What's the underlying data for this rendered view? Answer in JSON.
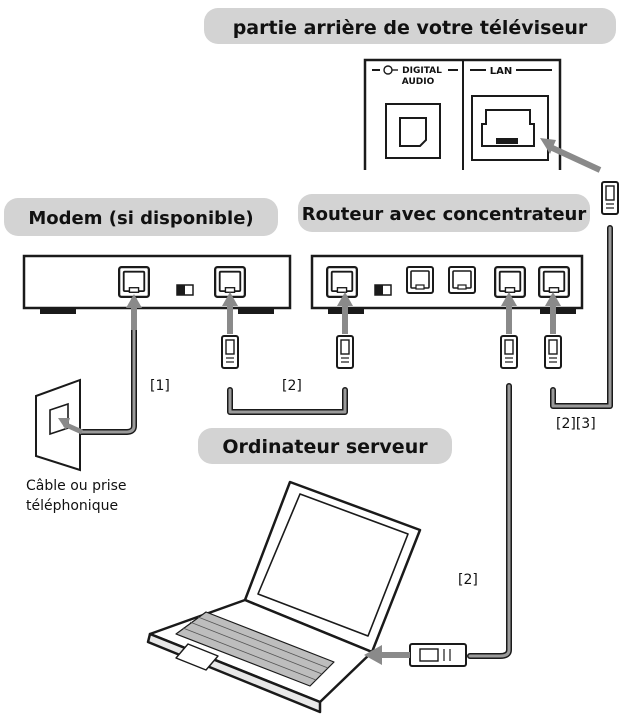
{
  "diagram": {
    "title_tv": "partie arrière de votre téléviseur",
    "title_modem": "Modem (si disponible)",
    "title_router": "Routeur avec concentrateur",
    "title_server": "Ordinateur serveur",
    "tv_port_digital_audio_line1": "DIGITAL",
    "tv_port_digital_audio_line2": "AUDIO",
    "tv_port_lan": "LAN",
    "cable_label_1": "[1]",
    "cable_label_2a": "[2]",
    "cable_label_2b": "[2]",
    "cable_label_2_3": "[2][3]",
    "wall_outlet_line1": "Câble ou prise",
    "wall_outlet_line2": "téléphonique"
  },
  "colors": {
    "banner_bg": "#d3d3d3",
    "device_fill": "#ffffff",
    "cable_gray": "#9a9a9a",
    "outline": "#1a1a1a"
  },
  "icons": {
    "arrow": "arrow-left-icon",
    "optical_port": "optical-port-icon",
    "lan_port": "lan-port-icon",
    "rj45_plug": "rj45-plug-icon",
    "laptop": "laptop-icon",
    "wall_socket": "wall-socket-icon"
  }
}
